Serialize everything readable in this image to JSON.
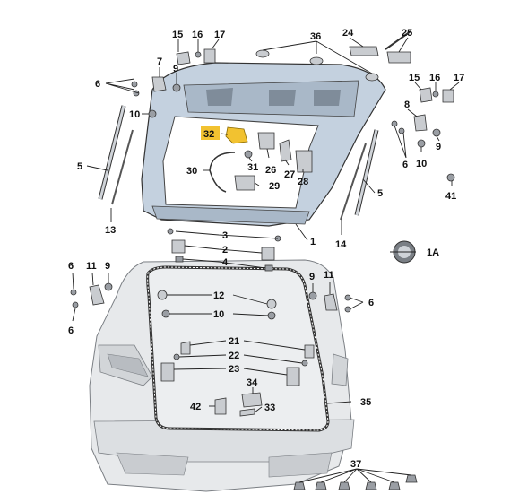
{
  "labels": {
    "l1": "1",
    "l1A": "1A",
    "l2": "2",
    "l3": "3",
    "l4": "4",
    "l5a": "5",
    "l5b": "5",
    "l6a": "6",
    "l6b": "6",
    "l6c": "6",
    "l6d": "6",
    "l6e": "6",
    "l7": "7",
    "l8": "8",
    "l9a": "9",
    "l9b": "9",
    "l9c": "9",
    "l9d": "9",
    "l10a": "10",
    "l10b": "10",
    "l10c": "10",
    "l11a": "11",
    "l11b": "11",
    "l12": "12",
    "l13": "13",
    "l14": "14",
    "l15a": "15",
    "l15b": "15",
    "l16a": "16",
    "l16b": "16",
    "l17a": "17",
    "l17b": "17",
    "l21": "21",
    "l22": "22",
    "l23": "23",
    "l24": "24",
    "l25": "25",
    "l26": "26",
    "l27": "27",
    "l28": "28",
    "l29": "29",
    "l30": "30",
    "l31": "31",
    "l32": "32",
    "l33": "33",
    "l34": "34",
    "l35": "35",
    "l36": "36",
    "l37": "37",
    "l41": "41",
    "l42": "42"
  },
  "colors": {
    "highlight": "#f2c230",
    "tailgate": "#c7d4e2",
    "body": "#e4e6e8"
  }
}
